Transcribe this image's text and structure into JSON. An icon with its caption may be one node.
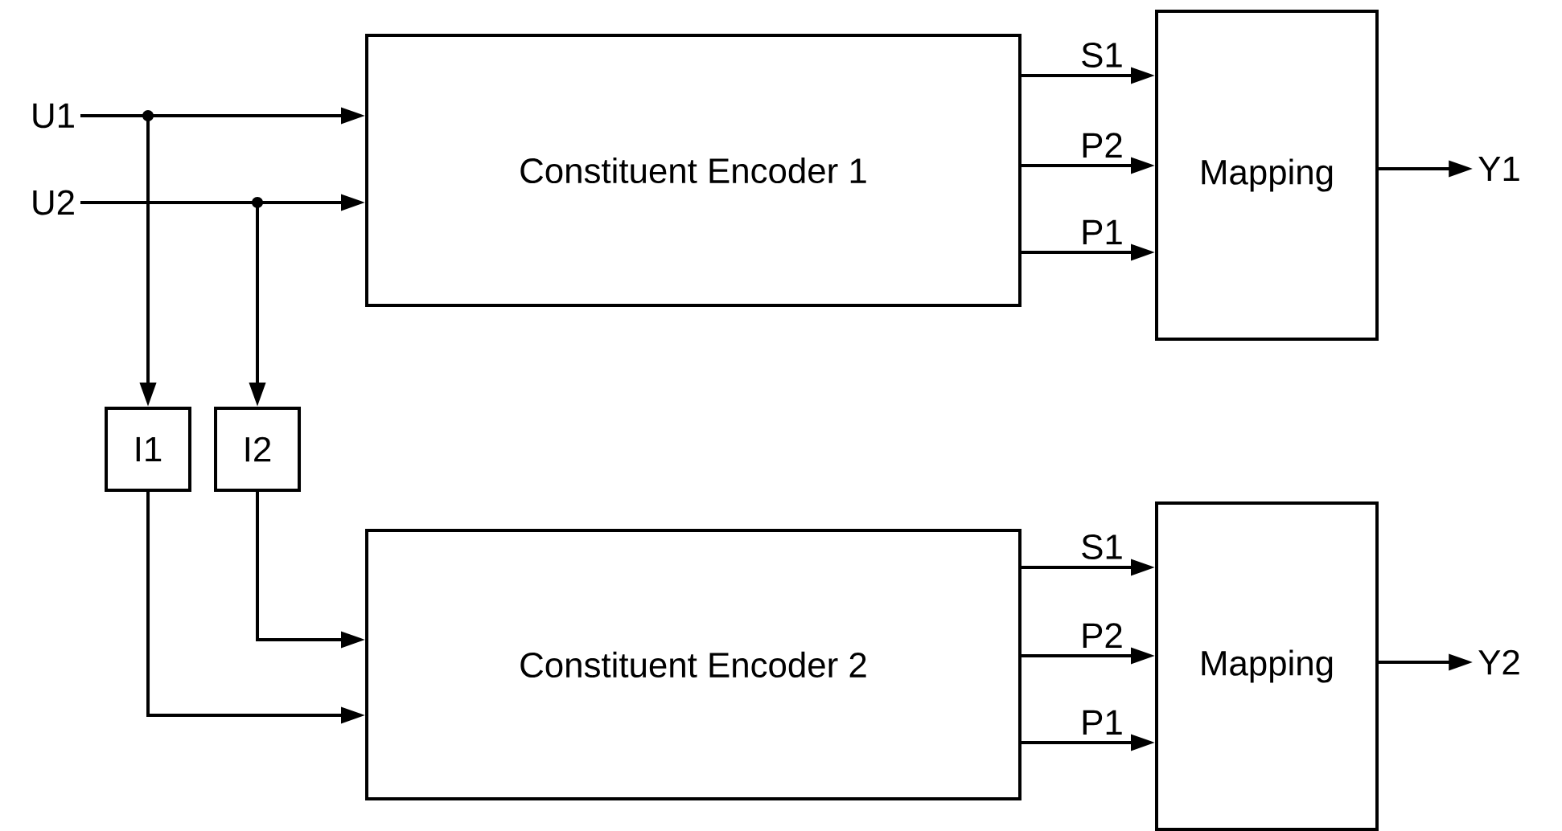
{
  "diagram": {
    "nodes": [
      {
        "text": [
          "U1"
        ]
      },
      {
        "text": [
          "U2"
        ]
      },
      {
        "text": [
          "Constituent Encoder 1"
        ]
      },
      {
        "text": [
          "Mapping"
        ]
      },
      {
        "text": [
          "Y1"
        ]
      },
      {
        "text": [
          "I1"
        ]
      },
      {
        "text": [
          "I2"
        ]
      },
      {
        "text": [
          "Constituent Encoder 2"
        ]
      },
      {
        "text": [
          "Mapping"
        ]
      },
      {
        "text": [
          "Y2"
        ]
      }
    ],
    "edges": [
      {
        "from": 0,
        "to": 2,
        "arrow": "to"
      },
      {
        "from": 1,
        "to": 2,
        "arrow": "to"
      },
      {
        "from": 0,
        "to": 5,
        "arrow": "to"
      },
      {
        "from": 1,
        "to": 6,
        "arrow": "to"
      },
      {
        "from": 2,
        "to": 3,
        "arrow": "to",
        "label": "S1"
      },
      {
        "from": 2,
        "to": 3,
        "arrow": "to",
        "label": "P2"
      },
      {
        "from": 2,
        "to": 3,
        "arrow": "to",
        "label": "P1"
      },
      {
        "from": 3,
        "to": 4,
        "arrow": "to"
      },
      {
        "from": 6,
        "to": 7,
        "arrow": "to"
      },
      {
        "from": 5,
        "to": 7,
        "arrow": "to"
      },
      {
        "from": 7,
        "to": 8,
        "arrow": "to",
        "label": "S1"
      },
      {
        "from": 7,
        "to": 8,
        "arrow": "to",
        "label": "P2"
      },
      {
        "from": 7,
        "to": 8,
        "arrow": "to",
        "label": "P1"
      },
      {
        "from": 8,
        "to": 9,
        "arrow": "to"
      }
    ]
  }
}
